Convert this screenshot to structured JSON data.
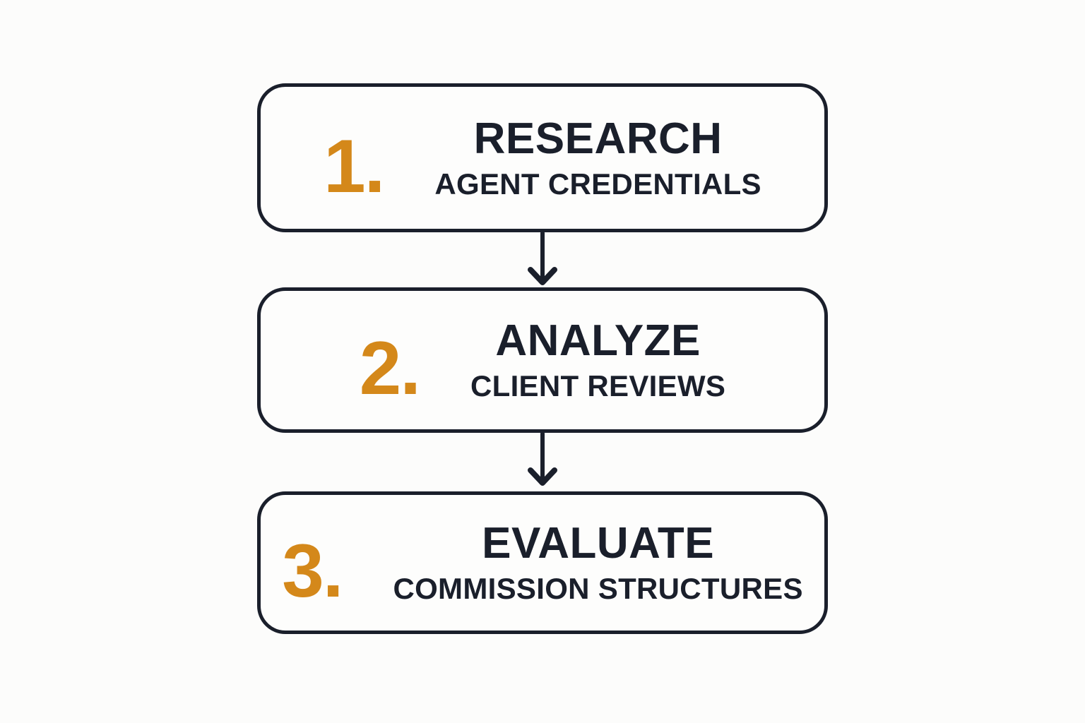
{
  "diagram": {
    "type": "vertical-flowchart",
    "background_color": "#fcfcfb",
    "accent_color": "#d4881a",
    "ink_color": "#1a1f2b",
    "steps": [
      {
        "number": "1.",
        "title": "RESEARCH",
        "subtitle": "AGENT CREDENTIALS"
      },
      {
        "number": "2.",
        "title": "ANALYZE",
        "subtitle": "CLIENT REVIEWS"
      },
      {
        "number": "3.",
        "title": "EVALUATE",
        "subtitle": "COMMISSION STRUCTURES"
      }
    ],
    "connectors": [
      {
        "icon": "arrow-down-icon",
        "from": "step-1",
        "to": "step-2"
      },
      {
        "icon": "arrow-down-icon",
        "from": "step-2",
        "to": "step-3"
      }
    ]
  }
}
